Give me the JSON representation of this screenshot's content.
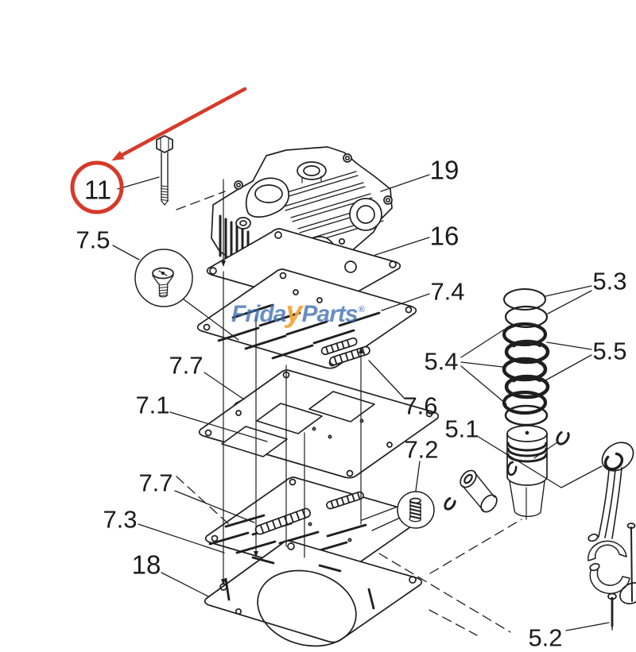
{
  "diagram": {
    "type": "exploded-view-parts-diagram",
    "highlighted_part": "11"
  },
  "labels": [
    {
      "text": "11"
    },
    {
      "text": "19"
    },
    {
      "text": "16"
    },
    {
      "text": "7.5"
    },
    {
      "text": "7.4"
    },
    {
      "text": "5.3"
    },
    {
      "text": "5.4"
    },
    {
      "text": "5.5"
    },
    {
      "text": "7.7"
    },
    {
      "text": "7.1"
    },
    {
      "text": "7.6"
    },
    {
      "text": "5.1"
    },
    {
      "text": "7.2"
    },
    {
      "text": "7.7"
    },
    {
      "text": "7.3"
    },
    {
      "text": "18"
    },
    {
      "text": "5.2"
    }
  ],
  "watermark": {
    "prefix": "Frida",
    "swoosh": "y",
    "suffix": "Parts",
    "registered": "®"
  },
  "colors": {
    "line": "#1f1f1f",
    "highlight_red": "#d63a2a",
    "watermark_blue": "#3d6eb2",
    "watermark_orange": "#f2a63c",
    "background": "#ffffff"
  }
}
